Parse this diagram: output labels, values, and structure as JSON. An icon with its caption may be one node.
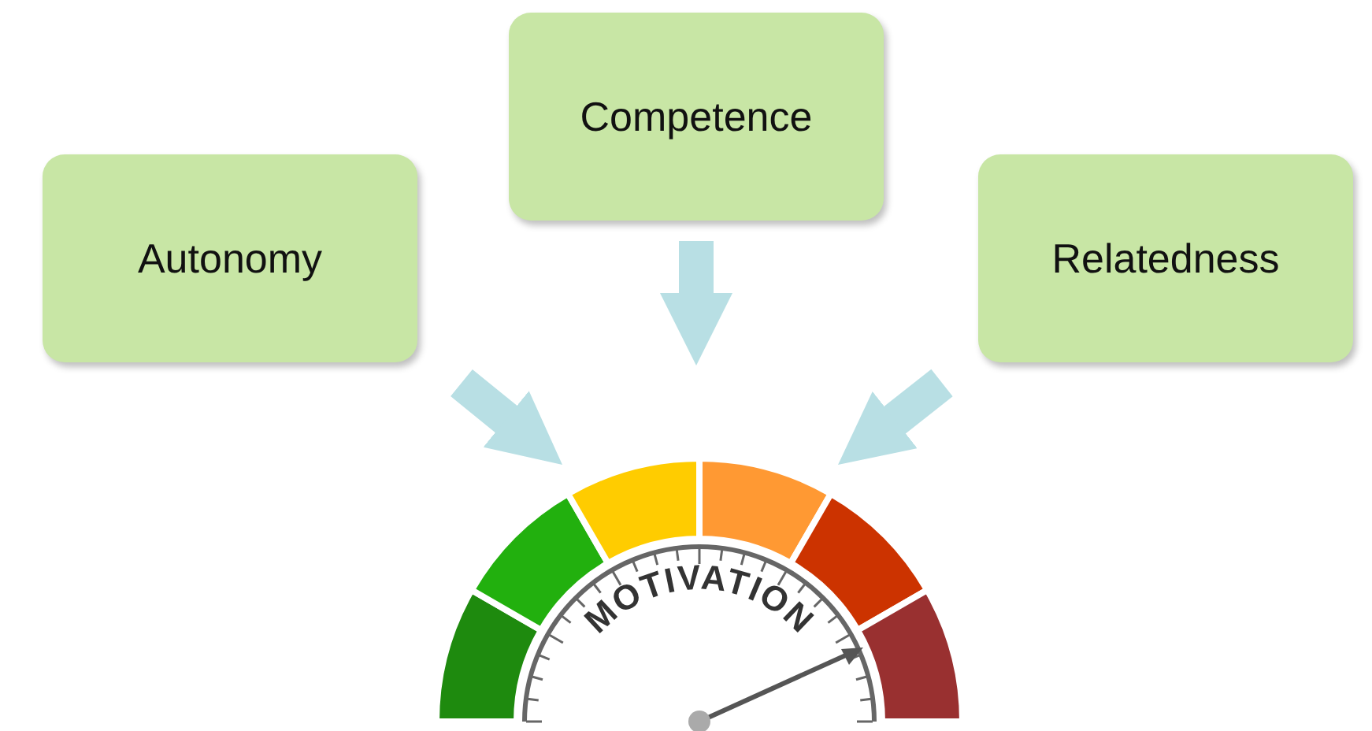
{
  "diagram": {
    "nodes": [
      {
        "text": [
          "Autonomy"
        ]
      },
      {
        "text": [
          "Competence"
        ]
      },
      {
        "text": [
          "Relatedness"
        ]
      },
      {
        "text": [
          "MOTIVATION"
        ]
      }
    ],
    "edges": [
      {
        "from": 0,
        "to": 3,
        "arrow": "to"
      },
      {
        "from": 1,
        "to": 3,
        "arrow": "to"
      },
      {
        "from": 2,
        "to": 3,
        "arrow": "to"
      }
    ]
  }
}
